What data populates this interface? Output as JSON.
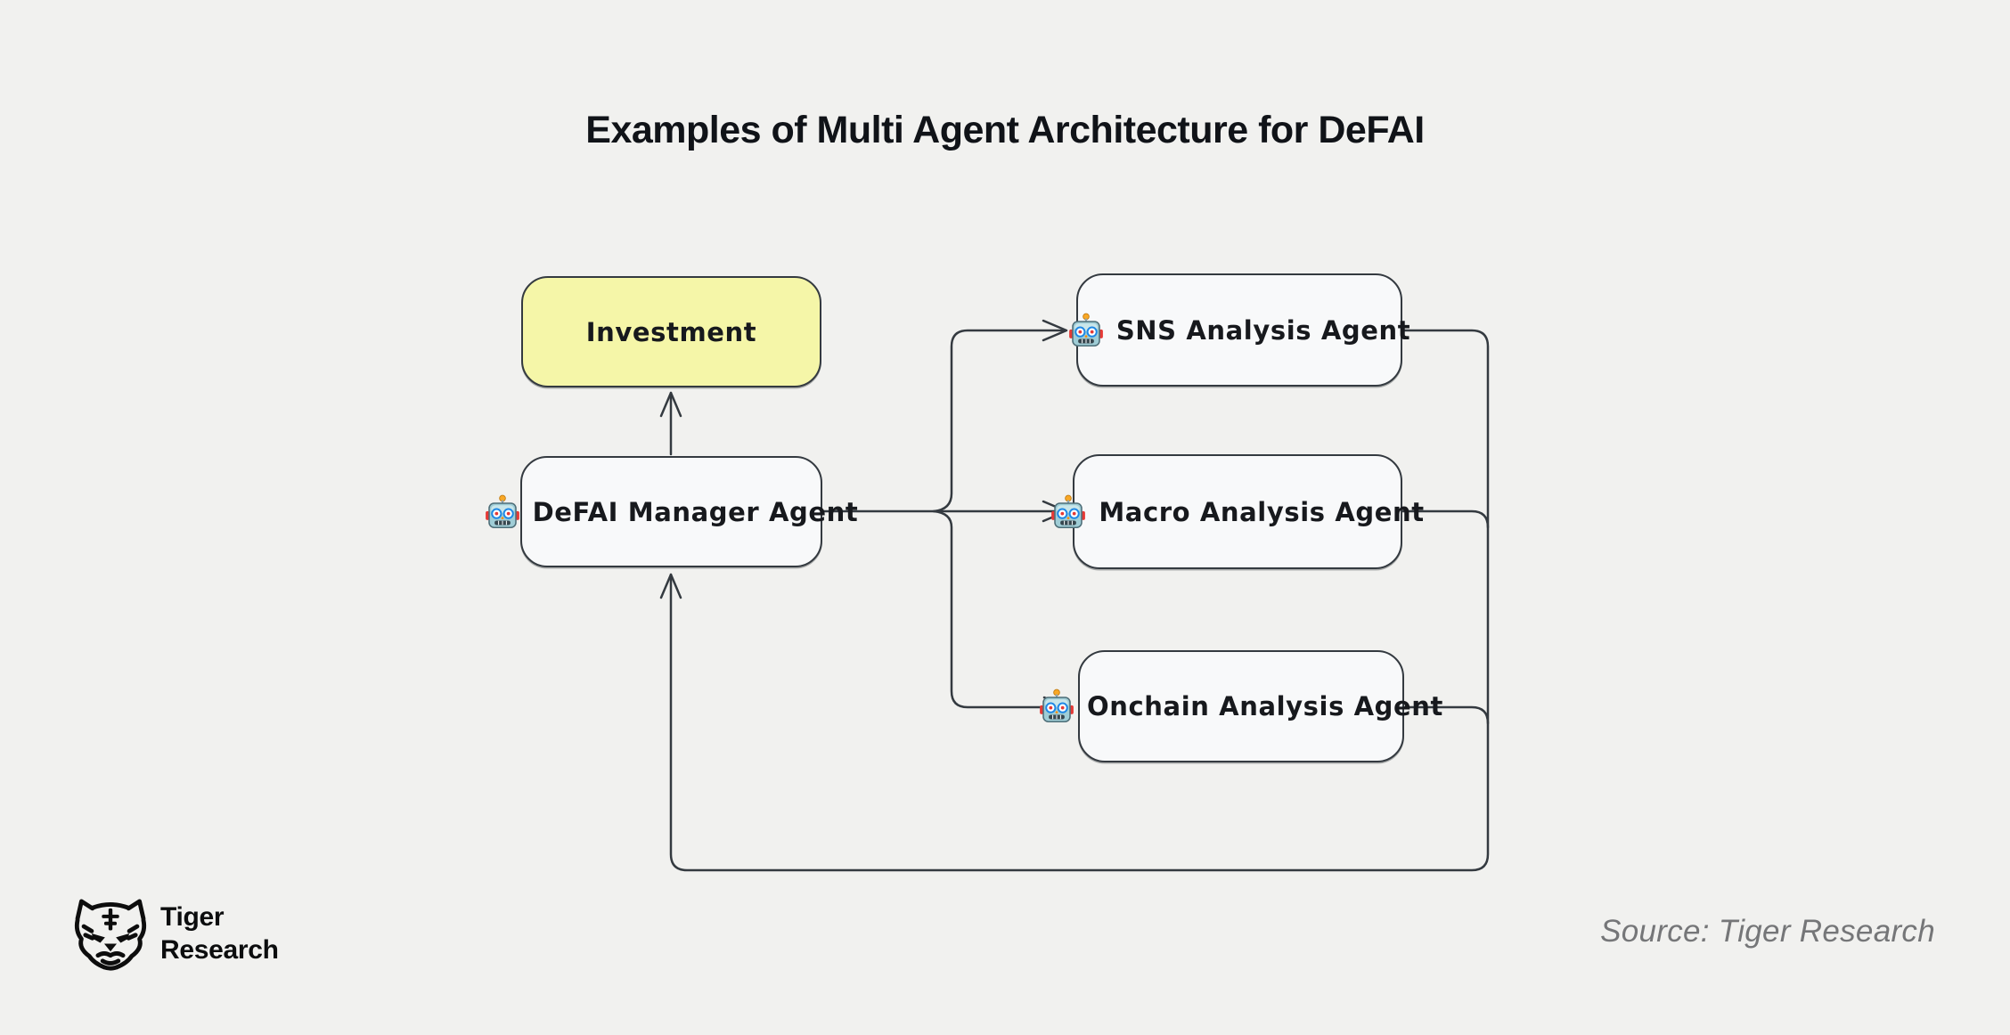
{
  "title": "Examples of Multi Agent Architecture for DeFAI",
  "diagram": {
    "nodes": {
      "investment": {
        "label": "Investment",
        "icon": null,
        "fill": "#f5f6a8"
      },
      "manager": {
        "label": "DeFAI Manager Agent",
        "icon": "robot-icon",
        "icon_glyph": "🤖",
        "fill": "#f8f9fa"
      },
      "sns": {
        "label": "SNS Analysis Agent",
        "icon": "robot-icon",
        "icon_glyph": "🤖",
        "fill": "#f8f9fa"
      },
      "macro": {
        "label": "Macro Analysis Agent",
        "icon": "robot-icon",
        "icon_glyph": "🤖",
        "fill": "#f8f9fa"
      },
      "onchain": {
        "label": "Onchain Analysis Agent",
        "icon": "robot-icon",
        "icon_glyph": "🤖",
        "fill": "#f8f9fa"
      }
    },
    "edges": [
      {
        "from": "defai-manager-agent",
        "to": "investment",
        "type": "arrow"
      },
      {
        "from": "defai-manager-agent",
        "to": "sns-analysis-agent",
        "type": "arrow"
      },
      {
        "from": "defai-manager-agent",
        "to": "macro-analysis-agent",
        "type": "arrow"
      },
      {
        "from": "defai-manager-agent",
        "to": "onchain-analysis-agent",
        "type": "arrow"
      },
      {
        "from": "sns-analysis-agent",
        "to": "defai-manager-agent",
        "type": "return-arrow"
      },
      {
        "from": "macro-analysis-agent",
        "to": "defai-manager-agent",
        "type": "return-arrow"
      },
      {
        "from": "onchain-analysis-agent",
        "to": "defai-manager-agent",
        "type": "return-arrow"
      }
    ]
  },
  "footer": {
    "logo_line1": "Tiger",
    "logo_line2": "Research",
    "source": "Source: Tiger Research"
  },
  "colors": {
    "background": "#f1f1ef",
    "node_fill": "#f8f9fa",
    "node_border": "#343a40",
    "highlight_fill": "#f5f6a8",
    "connector": "#343a40",
    "title_text": "#101318",
    "source_text": "#757678",
    "logo_text": "#0c0d0e"
  }
}
